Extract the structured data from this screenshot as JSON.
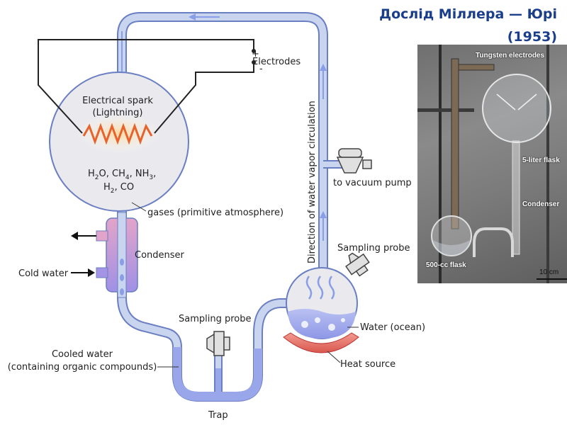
{
  "title_line1": "Дослід Міллера — Юрі",
  "title_line2": "(1953)",
  "labels": {
    "electrodes": "Electrodes",
    "plus": "+",
    "minus": "-",
    "spark_line1": "Electrical spark",
    "spark_line2": "(Lightning)",
    "gases": "gases (primitive atmosphere)",
    "condenser": "Condenser",
    "cold_water": "Cold water",
    "cooled_line1": "Cooled water",
    "cooled_line2": "(containing organic compounds)",
    "sampling_probe_left": "Sampling probe",
    "sampling_probe_right": "Sampling probe",
    "trap": "Trap",
    "water": "Water (ocean)",
    "heat": "Heat source",
    "vacuum": "to vacuum pump",
    "circulation": "Direction of water vapor circulation"
  },
  "photo_labels": {
    "tungsten": "Tungsten electrodes",
    "flask5l": "5-liter flask",
    "condenser": "Condenser",
    "flask500": "500-cc flask",
    "scale": "10 cm"
  },
  "colors": {
    "tube": "#c9d5ee",
    "tube_outline": "#6a7ec2",
    "water": "#9aa6ea",
    "condenser_top": "#e3a4c9",
    "condenser_bottom": "#9f91e6",
    "heat": "#e8706a",
    "spark": "#e8622c",
    "arrow": "#8a9ee8"
  }
}
